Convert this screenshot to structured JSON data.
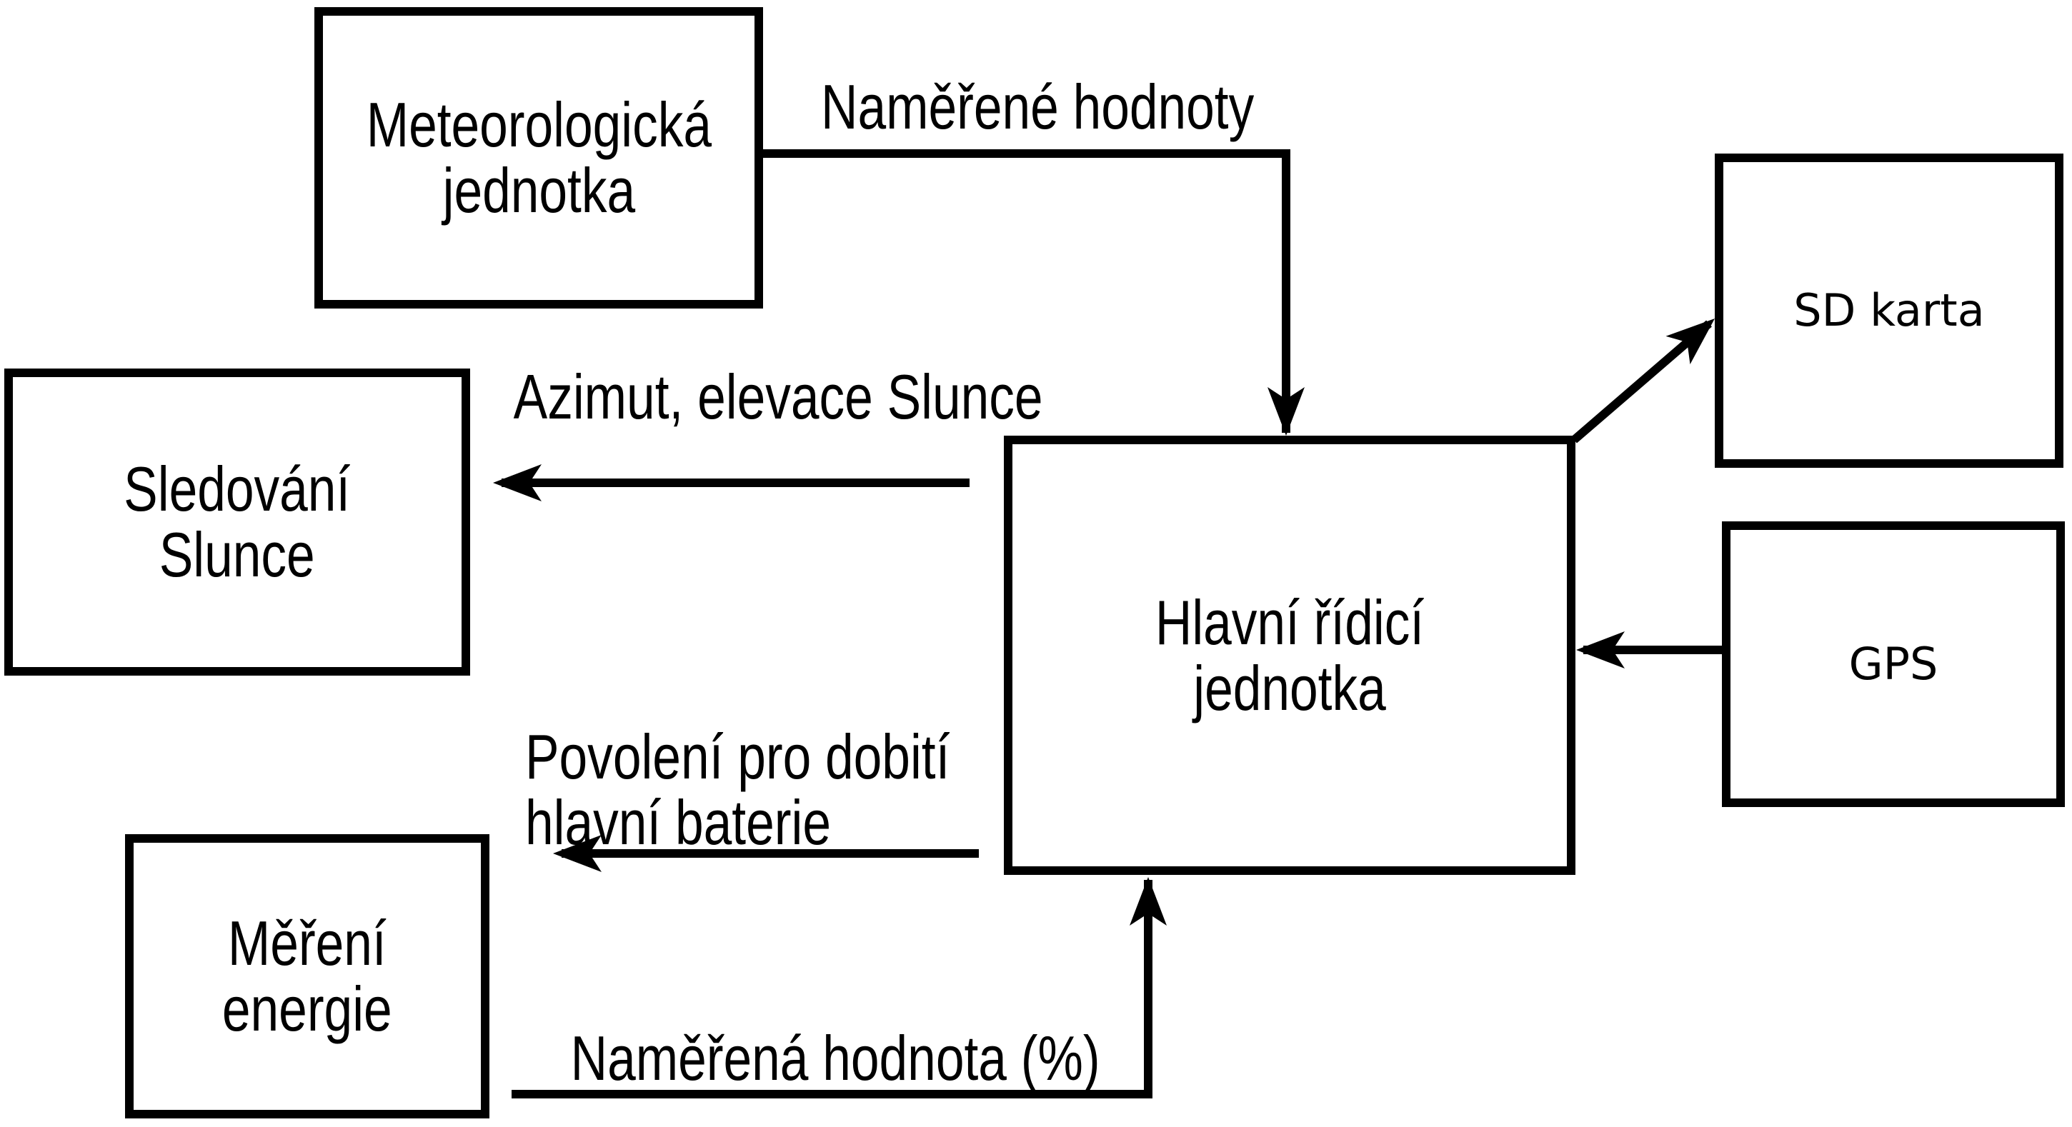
{
  "diagram": {
    "nodes": [
      {
        "id": "meteorologicka-jednotka",
        "label": "Meteorologická\njednotka"
      },
      {
        "id": "sledovani-slunce",
        "label": "Sledování\nSlunce"
      },
      {
        "id": "mereni-energie",
        "label": "Měření\nenergie"
      },
      {
        "id": "hlavni-ridici-jednotka",
        "label": "Hlavní řídicí jednotka"
      },
      {
        "id": "sd-karta",
        "label": "SD karta"
      },
      {
        "id": "gps",
        "label": "GPS"
      }
    ],
    "edges": [
      {
        "from": "meteorologicka-jednotka",
        "to": "hlavni-ridici-jednotka",
        "label": "Naměřené hodnoty"
      },
      {
        "from": "hlavni-ridici-jednotka",
        "to": "sledovani-slunce",
        "label": "Azimut, elevace Slunce"
      },
      {
        "from": "hlavni-ridici-jednotka",
        "to": "mereni-energie",
        "label": "Povolení pro dobití\nhlavní baterie"
      },
      {
        "from": "mereni-energie",
        "to": "hlavni-ridici-jednotka",
        "label": "Naměřená hodnota (%)"
      },
      {
        "from": "hlavni-ridici-jednotka",
        "to": "sd-karta",
        "label": ""
      },
      {
        "from": "gps",
        "to": "hlavni-ridici-jednotka",
        "label": ""
      }
    ],
    "colors": {
      "stroke": "#000000",
      "background": "#ffffff",
      "box_fill": "#ffffff"
    }
  }
}
